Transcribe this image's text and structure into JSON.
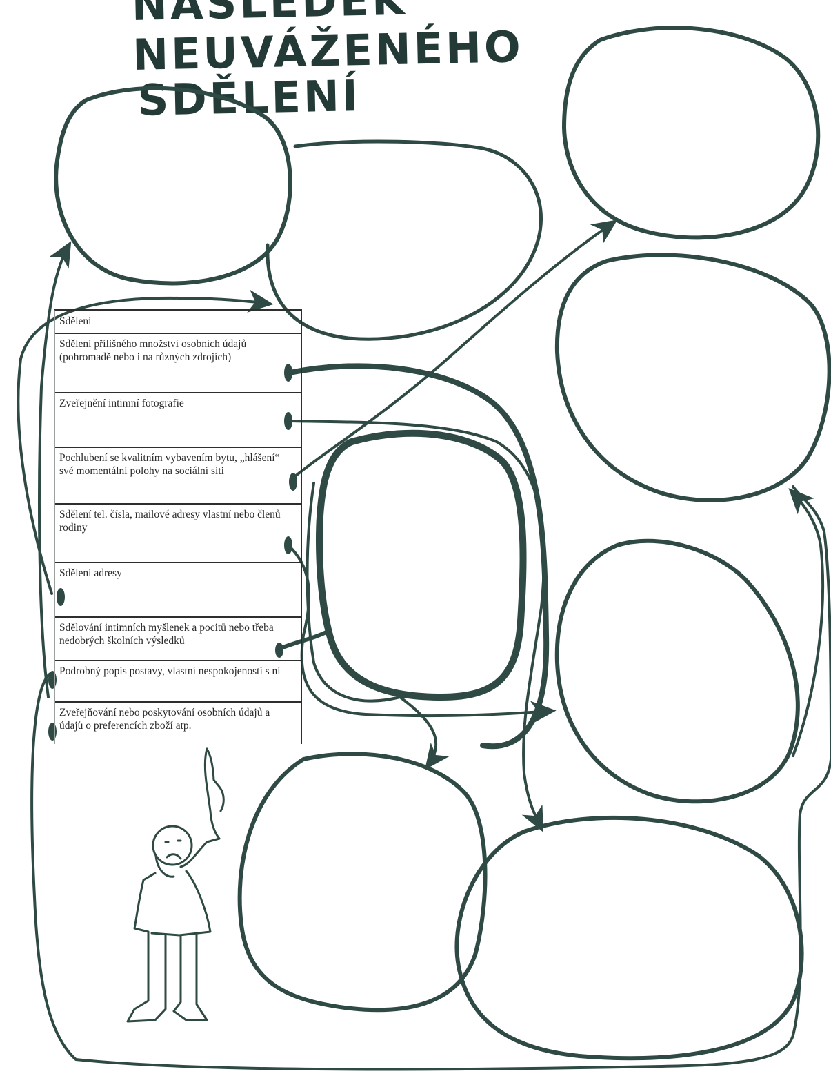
{
  "title": {
    "line1": "NÁSLEDEK NEUVÁŽENÉHO",
    "line2": "SDĚLENÍ"
  },
  "table": {
    "header": "Sdělení",
    "rows": [
      "Sdělení přílišného množství osobních údajů (pohromadě nebo i na různých zdrojích)",
      "Zveřejnění intimní fotografie",
      "Pochlubení se kvalitním vybavením bytu, „hlášení“ své momentální polohy na sociální síti",
      "Sdělení tel. čísla, mailové adresy vlastní nebo členů rodiny",
      "Sdělení adresy",
      "Sdělování intimních myšlenek a pocitů nebo třeba nedobrých školních výsledků",
      "Podrobný popis postavy, vlastní nespokojenosti s ní",
      "Zveřejňování nebo poskytování osobních údajů a údajů o preferencích zboží atp."
    ]
  },
  "colors": {
    "ink": "#2f4a44",
    "text": "#2a2a2a"
  },
  "figure": "frowning-man-pointing-up"
}
